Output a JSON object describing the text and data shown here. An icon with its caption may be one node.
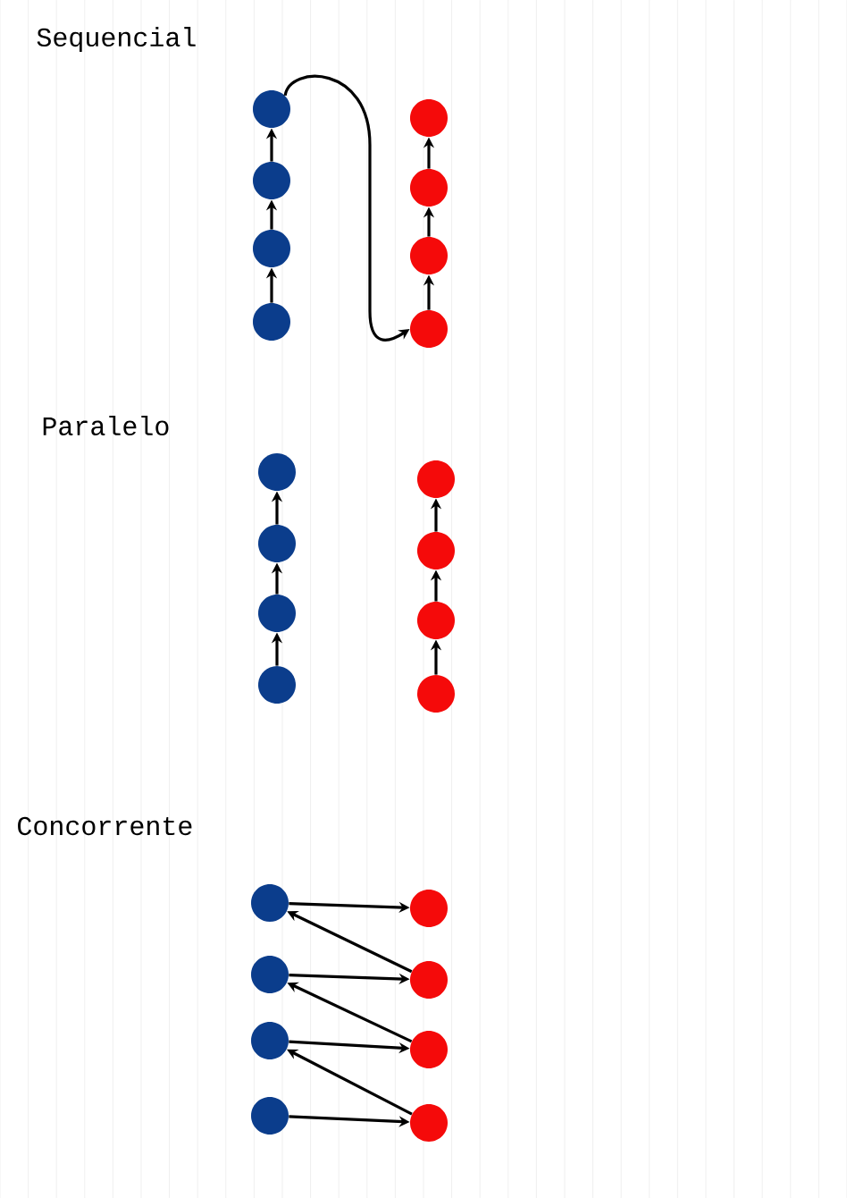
{
  "diagram": {
    "nodes": [
      {
        "text": [],
        "shape": "circle"
      },
      {
        "text": [],
        "shape": "circle"
      },
      {
        "text": [],
        "shape": "circle"
      },
      {
        "text": [],
        "shape": "circle"
      },
      {
        "text": [],
        "shape": "circle"
      },
      {
        "text": [],
        "shape": "circle"
      },
      {
        "text": [],
        "shape": "circle"
      },
      {
        "text": [],
        "shape": "circle"
      },
      {
        "text": [],
        "shape": "circle"
      },
      {
        "text": [],
        "shape": "circle"
      },
      {
        "text": [],
        "shape": "circle"
      },
      {
        "text": [],
        "shape": "circle"
      },
      {
        "text": [],
        "shape": "circle"
      },
      {
        "text": [],
        "shape": "circle"
      },
      {
        "text": [],
        "shape": "circle"
      },
      {
        "text": [],
        "shape": "circle"
      },
      {
        "text": [],
        "shape": "circle"
      },
      {
        "text": [],
        "shape": "circle"
      },
      {
        "text": [],
        "shape": "circle"
      },
      {
        "text": [],
        "shape": "circle"
      },
      {
        "text": [],
        "shape": "circle"
      },
      {
        "text": [],
        "shape": "circle"
      },
      {
        "text": [],
        "shape": "circle"
      },
      {
        "text": [],
        "shape": "circle"
      }
    ],
    "edges": [
      {
        "from": 3,
        "to": 2,
        "arrow": "to"
      },
      {
        "from": 2,
        "to": 1,
        "arrow": "to"
      },
      {
        "from": 1,
        "to": 0,
        "arrow": "to"
      },
      {
        "from": 0,
        "to": 7,
        "arrow": "to"
      },
      {
        "from": 7,
        "to": 6,
        "arrow": "to"
      },
      {
        "from": 6,
        "to": 5,
        "arrow": "to"
      },
      {
        "from": 5,
        "to": 4,
        "arrow": "to"
      },
      {
        "from": 11,
        "to": 10,
        "arrow": "to"
      },
      {
        "from": 10,
        "to": 9,
        "arrow": "to"
      },
      {
        "from": 9,
        "to": 8,
        "arrow": "to"
      },
      {
        "from": 15,
        "to": 14,
        "arrow": "to"
      },
      {
        "from": 14,
        "to": 13,
        "arrow": "to"
      },
      {
        "from": 13,
        "to": 12,
        "arrow": "to"
      },
      {
        "from": 19,
        "to": 23,
        "arrow": "to"
      },
      {
        "from": 23,
        "to": 18,
        "arrow": "to"
      },
      {
        "from": 18,
        "to": 22,
        "arrow": "to"
      },
      {
        "from": 22,
        "to": 17,
        "arrow": "to"
      },
      {
        "from": 17,
        "to": 21,
        "arrow": "to"
      },
      {
        "from": 21,
        "to": 16,
        "arrow": "to"
      },
      {
        "from": 16,
        "to": 20,
        "arrow": "to"
      }
    ],
    "labels": [
      "Sequencial",
      "Paralelo",
      "Concorrente"
    ]
  }
}
